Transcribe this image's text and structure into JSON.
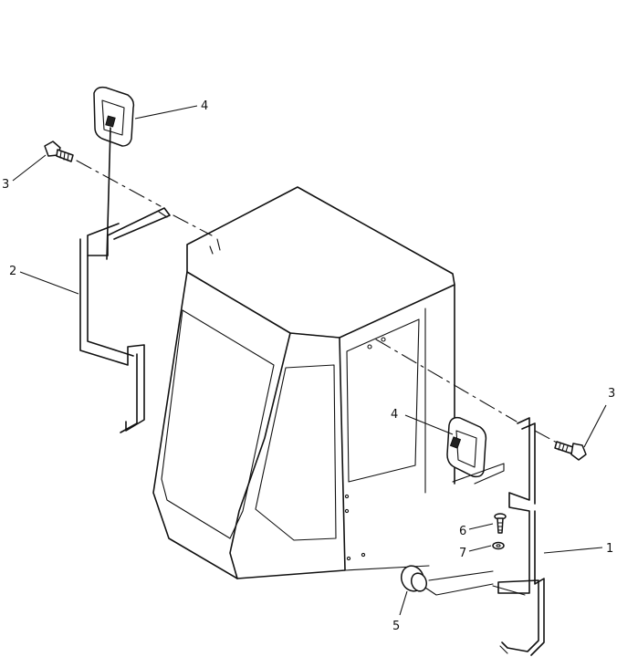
{
  "diagram": {
    "callouts": [
      {
        "id": "c4a",
        "text": "4"
      },
      {
        "id": "c3a",
        "text": "3"
      },
      {
        "id": "c2",
        "text": "2"
      },
      {
        "id": "c3b",
        "text": "3"
      },
      {
        "id": "c4b",
        "text": "4"
      },
      {
        "id": "c6",
        "text": "6"
      },
      {
        "id": "c7",
        "text": "7"
      },
      {
        "id": "c1",
        "text": "1"
      },
      {
        "id": "c5",
        "text": "5"
      }
    ]
  }
}
